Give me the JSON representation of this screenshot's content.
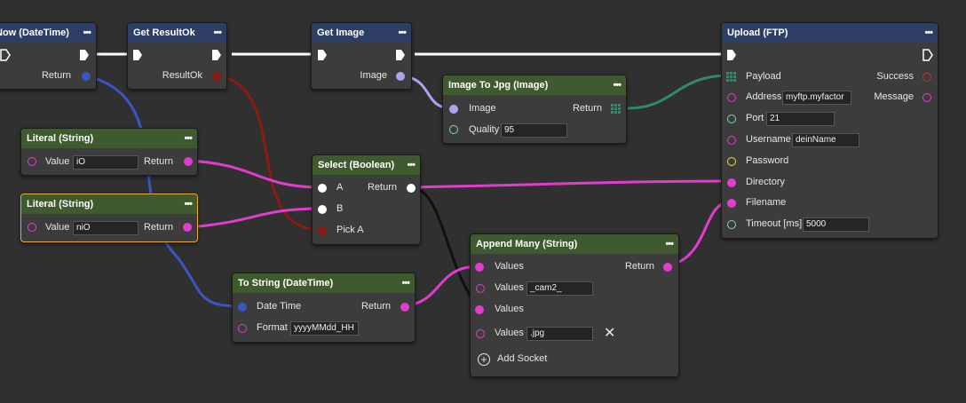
{
  "nodes": {
    "now": {
      "title": "Now (DateTime)",
      "return_label": "Return"
    },
    "get_resultok": {
      "title": "Get ResultOk",
      "out_label": "ResultOk"
    },
    "get_image": {
      "title": "Get Image",
      "out_label": "Image"
    },
    "image_to_jpg": {
      "title": "Image To Jpg (Image)",
      "image_label": "Image",
      "return_label": "Return",
      "quality_label": "Quality",
      "quality_value": "95"
    },
    "upload_ftp": {
      "title": "Upload (FTP)",
      "payload_label": "Payload",
      "success_label": "Success",
      "address_label": "Address",
      "address_value": "myftp.myfactor",
      "message_label": "Message",
      "port_label": "Port",
      "port_value": "21",
      "username_label": "Username",
      "username_value": "deinName",
      "password_label": "Password",
      "directory_label": "Directory",
      "filename_label": "Filename",
      "timeout_label": "Timeout [ms]",
      "timeout_value": "5000"
    },
    "literal_1": {
      "title": "Literal (String)",
      "value_label": "Value",
      "value": "iO",
      "return_label": "Return"
    },
    "literal_2": {
      "title": "Literal (String)",
      "value_label": "Value",
      "value": "niO",
      "return_label": "Return"
    },
    "select_boolean": {
      "title": "Select (Boolean)",
      "a_label": "A",
      "b_label": "B",
      "pick_label": "Pick A",
      "return_label": "Return"
    },
    "to_string": {
      "title": "To String (DateTime)",
      "datetime_label": "Date Time",
      "return_label": "Return",
      "format_label": "Format",
      "format_value": "yyyyMMdd_HH"
    },
    "append_many": {
      "title": "Append Many (String)",
      "values_label": "Values",
      "return_label": "Return",
      "value_2": "_cam2_",
      "value_4": ".jpg",
      "add_socket_label": "Add Socket"
    }
  },
  "menu_glyph": "•••",
  "remove_glyph": "✕",
  "add_glyph": "+",
  "colors": {
    "background": "#303030",
    "node_body": "#3c3c3c",
    "header_blue": "#2e3d63",
    "header_green": "#3e5a2e",
    "selected_border": "#e7a93a",
    "string_socket": "#e23cce",
    "datetime_socket": "#3b55c4",
    "boolean_socket": "#ffffff",
    "resultok_socket": "#8a1c12",
    "image_socket": "#a9a6f0",
    "jpg_socket": "#2f8a6e",
    "int_socket": "#7ed6b6",
    "password_socket": "#e5e53a",
    "flow_wire": "#ffffff"
  },
  "icons": [
    "flow-in-icon",
    "flow-out-icon",
    "menu-dots-icon",
    "remove-icon",
    "add-circle-icon",
    "grid-socket-icon"
  ]
}
